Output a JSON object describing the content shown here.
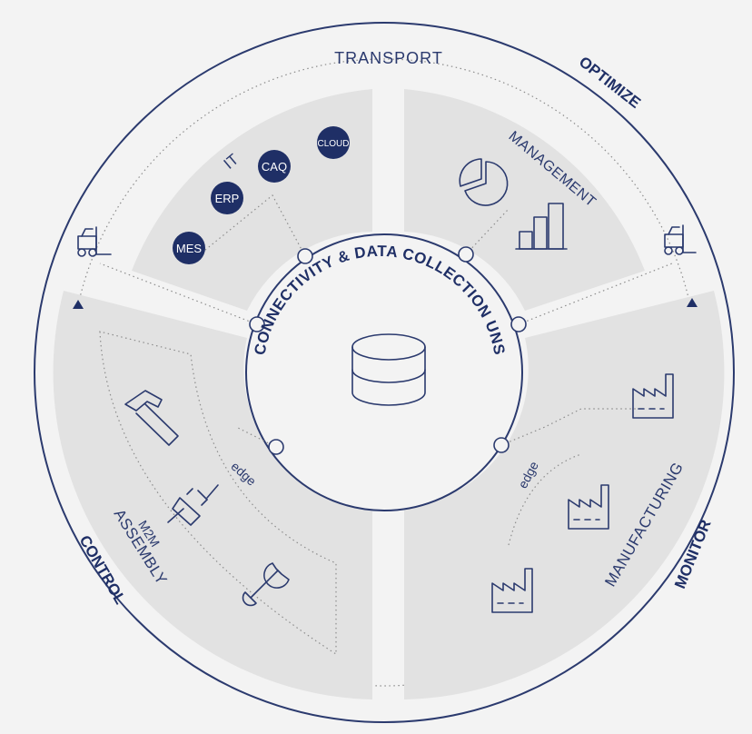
{
  "outer_ring": {
    "optimize": "OPTIMIZE",
    "monitor": "MONITOR",
    "control": "CONTROL",
    "transport": "TRANSPORT"
  },
  "hub": {
    "title": "CONNECTIVITY & DATA COLLECTION UNS"
  },
  "it_segment": {
    "label": "IT",
    "nodes": [
      "MES",
      "ERP",
      "CAQ",
      "CLOUD"
    ]
  },
  "management_segment": {
    "label": "MANAGEMENT"
  },
  "assembly_segment": {
    "label": "ASSEMBLY",
    "sublabel": "M2M",
    "edge": "edge"
  },
  "manufacturing_segment": {
    "label": "MANUFACTURING",
    "edge": "edge"
  },
  "colors": {
    "accent": "#1f2f66",
    "segment": "#e2e2e2",
    "background": "#f3f3f3"
  }
}
